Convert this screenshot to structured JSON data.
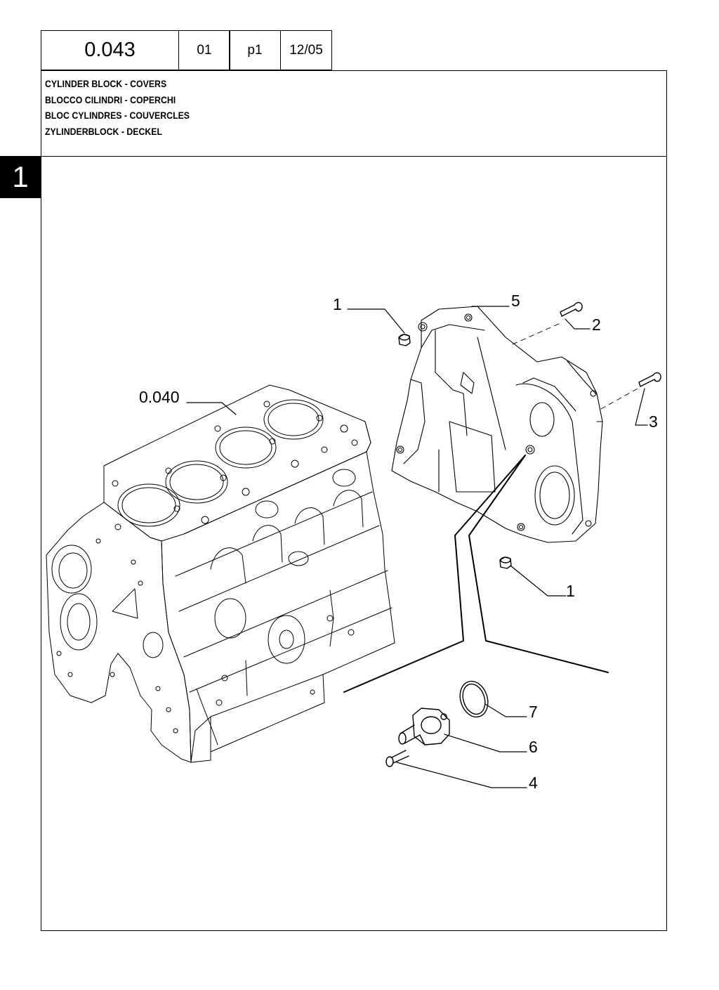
{
  "header": {
    "group_code": "0.043",
    "section": "01",
    "page": "p1",
    "date": "12/05"
  },
  "titles": [
    "CYLINDER BLOCK - COVERS",
    "BLOCCO CILINDRI - COPERCHI",
    "BLOC CYLINDRES - COUVERCLES",
    "ZYLINDERBLOCK - DECKEL"
  ],
  "side_tab": "1",
  "references": {
    "block_ref": "0.040",
    "nut_top": "1",
    "cover": "5",
    "bolt_upper": "2",
    "bolt_lower": "3",
    "nut_bottom": "1",
    "oring": "7",
    "pump": "6",
    "screw": "4"
  }
}
